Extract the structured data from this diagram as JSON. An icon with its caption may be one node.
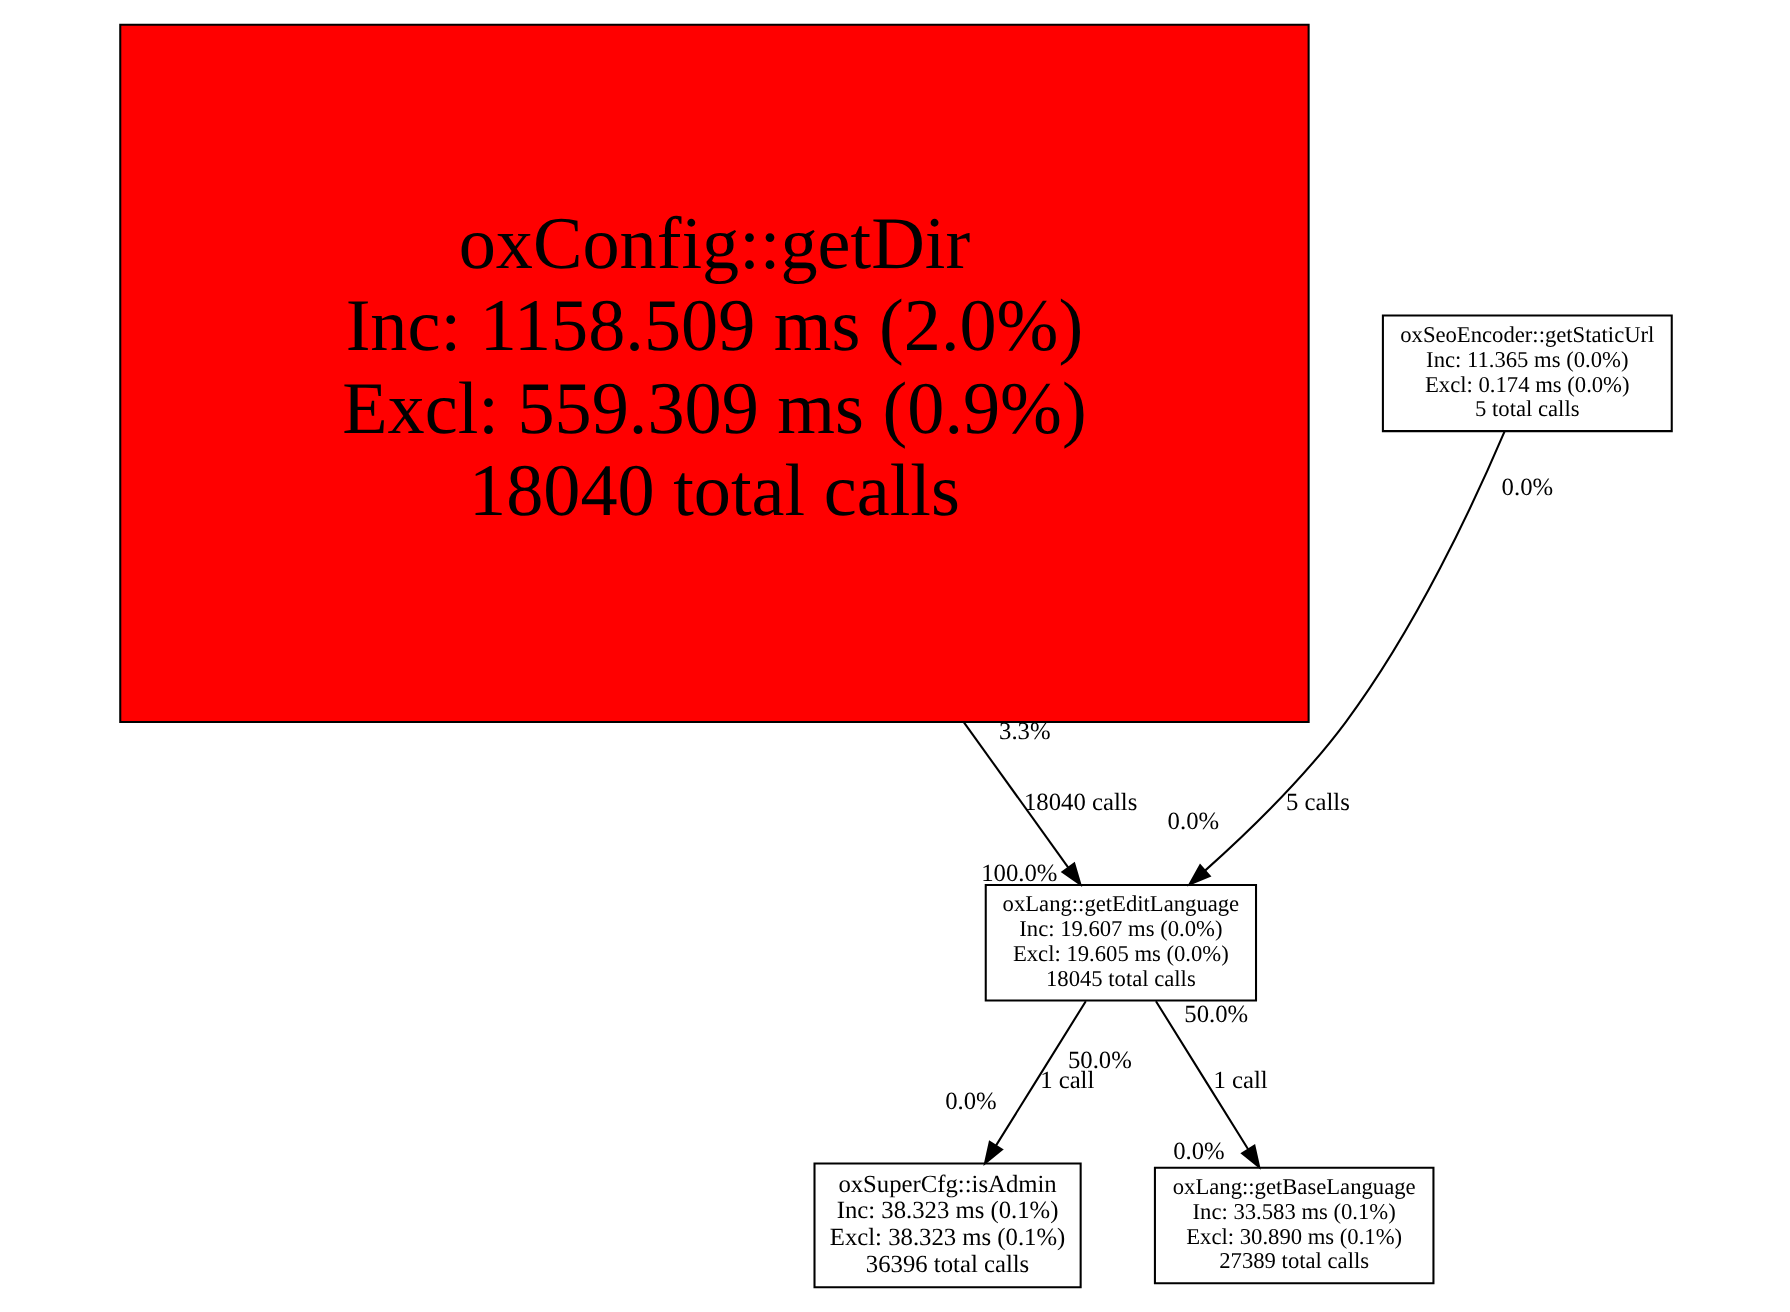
{
  "diagram": {
    "nodes": [
      {
        "text": [
          "oxConfig::getDir",
          "Inc: 1158.509 ms (2.0%)",
          "Excl: 559.309 ms (0.9%)",
          "18040 total calls"
        ],
        "beside": [
          "3.3%"
        ]
      },
      {
        "text": [
          "oxSeoEncoder::getStaticUrl",
          "Inc: 11.365 ms (0.0%)",
          "Excl: 0.174 ms (0.0%)",
          "5 total calls"
        ],
        "beside": [
          "0.0%"
        ]
      },
      {
        "text": [
          "oxLang::getEditLanguage",
          "Inc: 19.607 ms (0.0%)",
          "Excl: 19.605 ms (0.0%)",
          "18045 total calls"
        ],
        "beside": [
          "100.0%",
          "0.0%",
          "50.0%",
          "50.0%"
        ]
      },
      {
        "text": [
          "oxSuperCfg::isAdmin",
          "Inc: 38.323 ms (0.1%)",
          "Excl: 38.323 ms (0.1%)",
          "36396 total calls"
        ],
        "beside": [
          "0.0%"
        ]
      },
      {
        "text": [
          "oxLang::getBaseLanguage",
          "Inc: 33.583 ms (0.1%)",
          "Excl: 30.890 ms (0.1%)",
          "27389 total calls"
        ],
        "beside": [
          "0.0%"
        ]
      }
    ],
    "edges": [
      {
        "from": 0,
        "to": 2,
        "arrow": "to",
        "label": "18040 calls"
      },
      {
        "from": 1,
        "to": 2,
        "arrow": "to",
        "label": "5 calls"
      },
      {
        "from": 2,
        "to": 3,
        "arrow": "to",
        "label": "1 call"
      },
      {
        "from": 2,
        "to": 4,
        "arrow": "to",
        "label": "1 call"
      }
    ]
  }
}
